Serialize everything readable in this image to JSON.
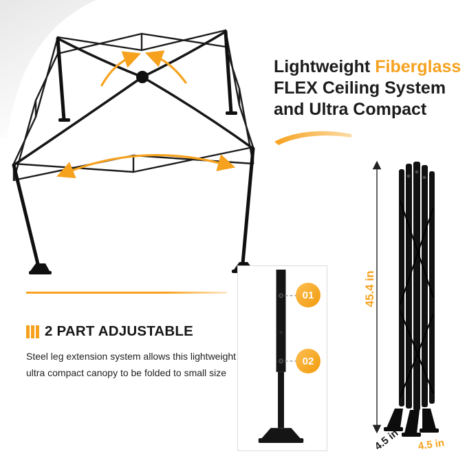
{
  "headline": {
    "part1": "Lightweight",
    "highlight": "Fiberglass",
    "line2": "FLEX Ceiling System",
    "line3": "and Ultra Compact"
  },
  "feature_section": {
    "title": "2 PART ADJUSTABLE",
    "description_line1": "Steel leg extension system allows this lightweight",
    "description_line2": "ultra compact canopy to be folded to small size"
  },
  "leg_callouts": {
    "step1": "01",
    "step2": "02"
  },
  "dimensions": {
    "height_label": "45.4 in",
    "depth_label": "4.5 in",
    "width_label": "4.5 in"
  },
  "colors": {
    "accent_orange": "#F6A21E",
    "frame_black": "#141414",
    "text_dark": "#1a1a1a"
  }
}
